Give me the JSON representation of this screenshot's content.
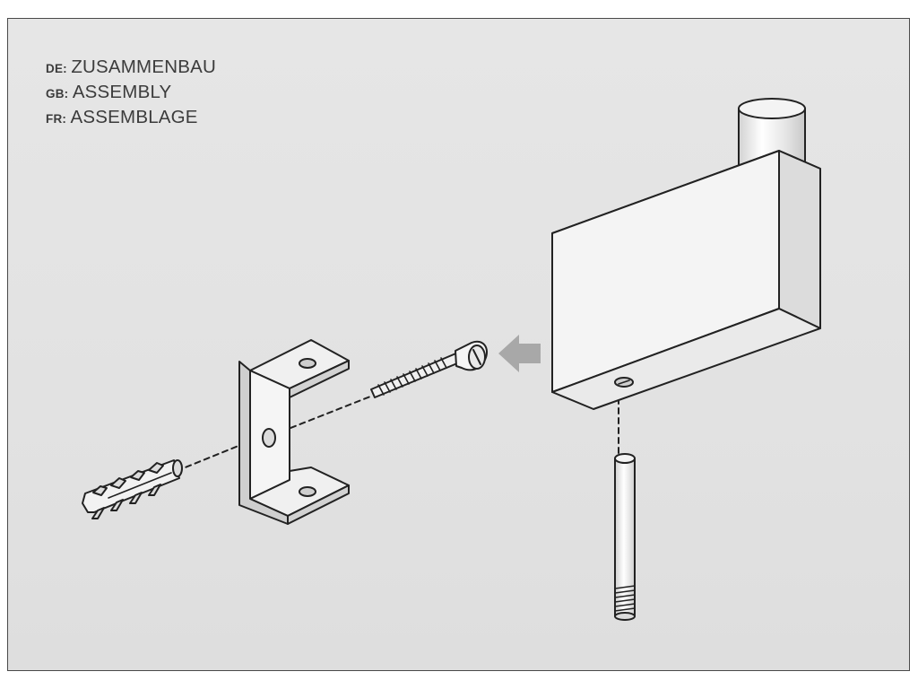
{
  "labels": [
    {
      "code": "DE:",
      "text": "ZUSAMMENBAU"
    },
    {
      "code": "GB:",
      "text": "ASSEMBLY"
    },
    {
      "code": "FR:",
      "text": "ASSEMBLAGE"
    }
  ],
  "colors": {
    "background": "#e2e2e2",
    "outline": "#222222",
    "part_fill": "#f2f2f2",
    "part_shade": "#dcdcdc",
    "arrow": "#a8a8a8"
  },
  "parts": [
    "wall-plug",
    "mounting-bracket",
    "screw",
    "direction-arrow",
    "hinge-block",
    "pin"
  ]
}
